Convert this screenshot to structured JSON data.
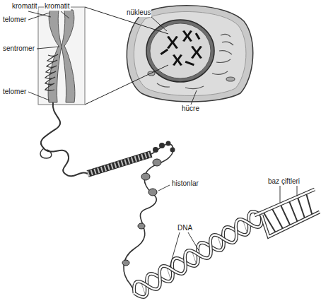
{
  "diagram": {
    "labels": [
      "kromatit",
      "kromatit",
      "telomer",
      "sentromer",
      "telomer",
      "nükleus",
      "hücre",
      "histonlar",
      "DNA",
      "baz çiftleri"
    ]
  }
}
